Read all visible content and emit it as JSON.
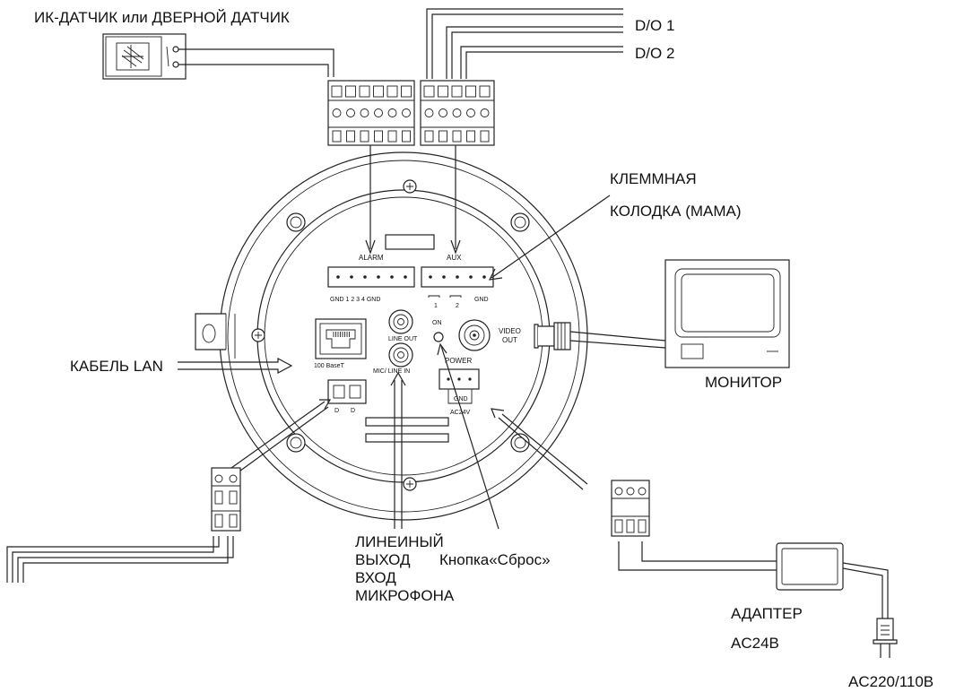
{
  "labels": {
    "sensor": "ИК-ДАТЧИК или ДВЕРНОЙ ДАТЧИК",
    "do1": "D/O 1",
    "do2": "D/O 2",
    "terminal_line1": "КЛЕММНАЯ",
    "terminal_line2": "КОЛОДКА (МАМА)",
    "lan_cable": "КАБЕЛЬ LAN",
    "monitor": "МОНИТОР",
    "line_line1": "ЛИНЕИНЫЙ",
    "line_line2": "ВЫХОД",
    "line_line3": "ВХОД",
    "line_line4": "МИКРОФОНА",
    "reset_button": "Кнопка«Сброс»",
    "adapter_line1": "АДАПТЕР",
    "adapter_line2": "AC24B",
    "mains": "AC220/110B"
  },
  "panel": {
    "alarm": "ALARM",
    "aux": "AUX",
    "alarm_pins": "GND  1   2   3   4  GND",
    "aux_gnd": "GND",
    "aux_1": "1",
    "aux_2": "2",
    "port_100": "100 BaseT",
    "line_out": "LINE OUT",
    "mic_line_in": "MIC/ LINE IN",
    "on": "ON",
    "video_out_1": "VIDEO",
    "video_out_2": "OUT",
    "power": "POWER",
    "gnd": "GND",
    "ac24v": "AC24V",
    "d1": "D",
    "d2": "D"
  }
}
